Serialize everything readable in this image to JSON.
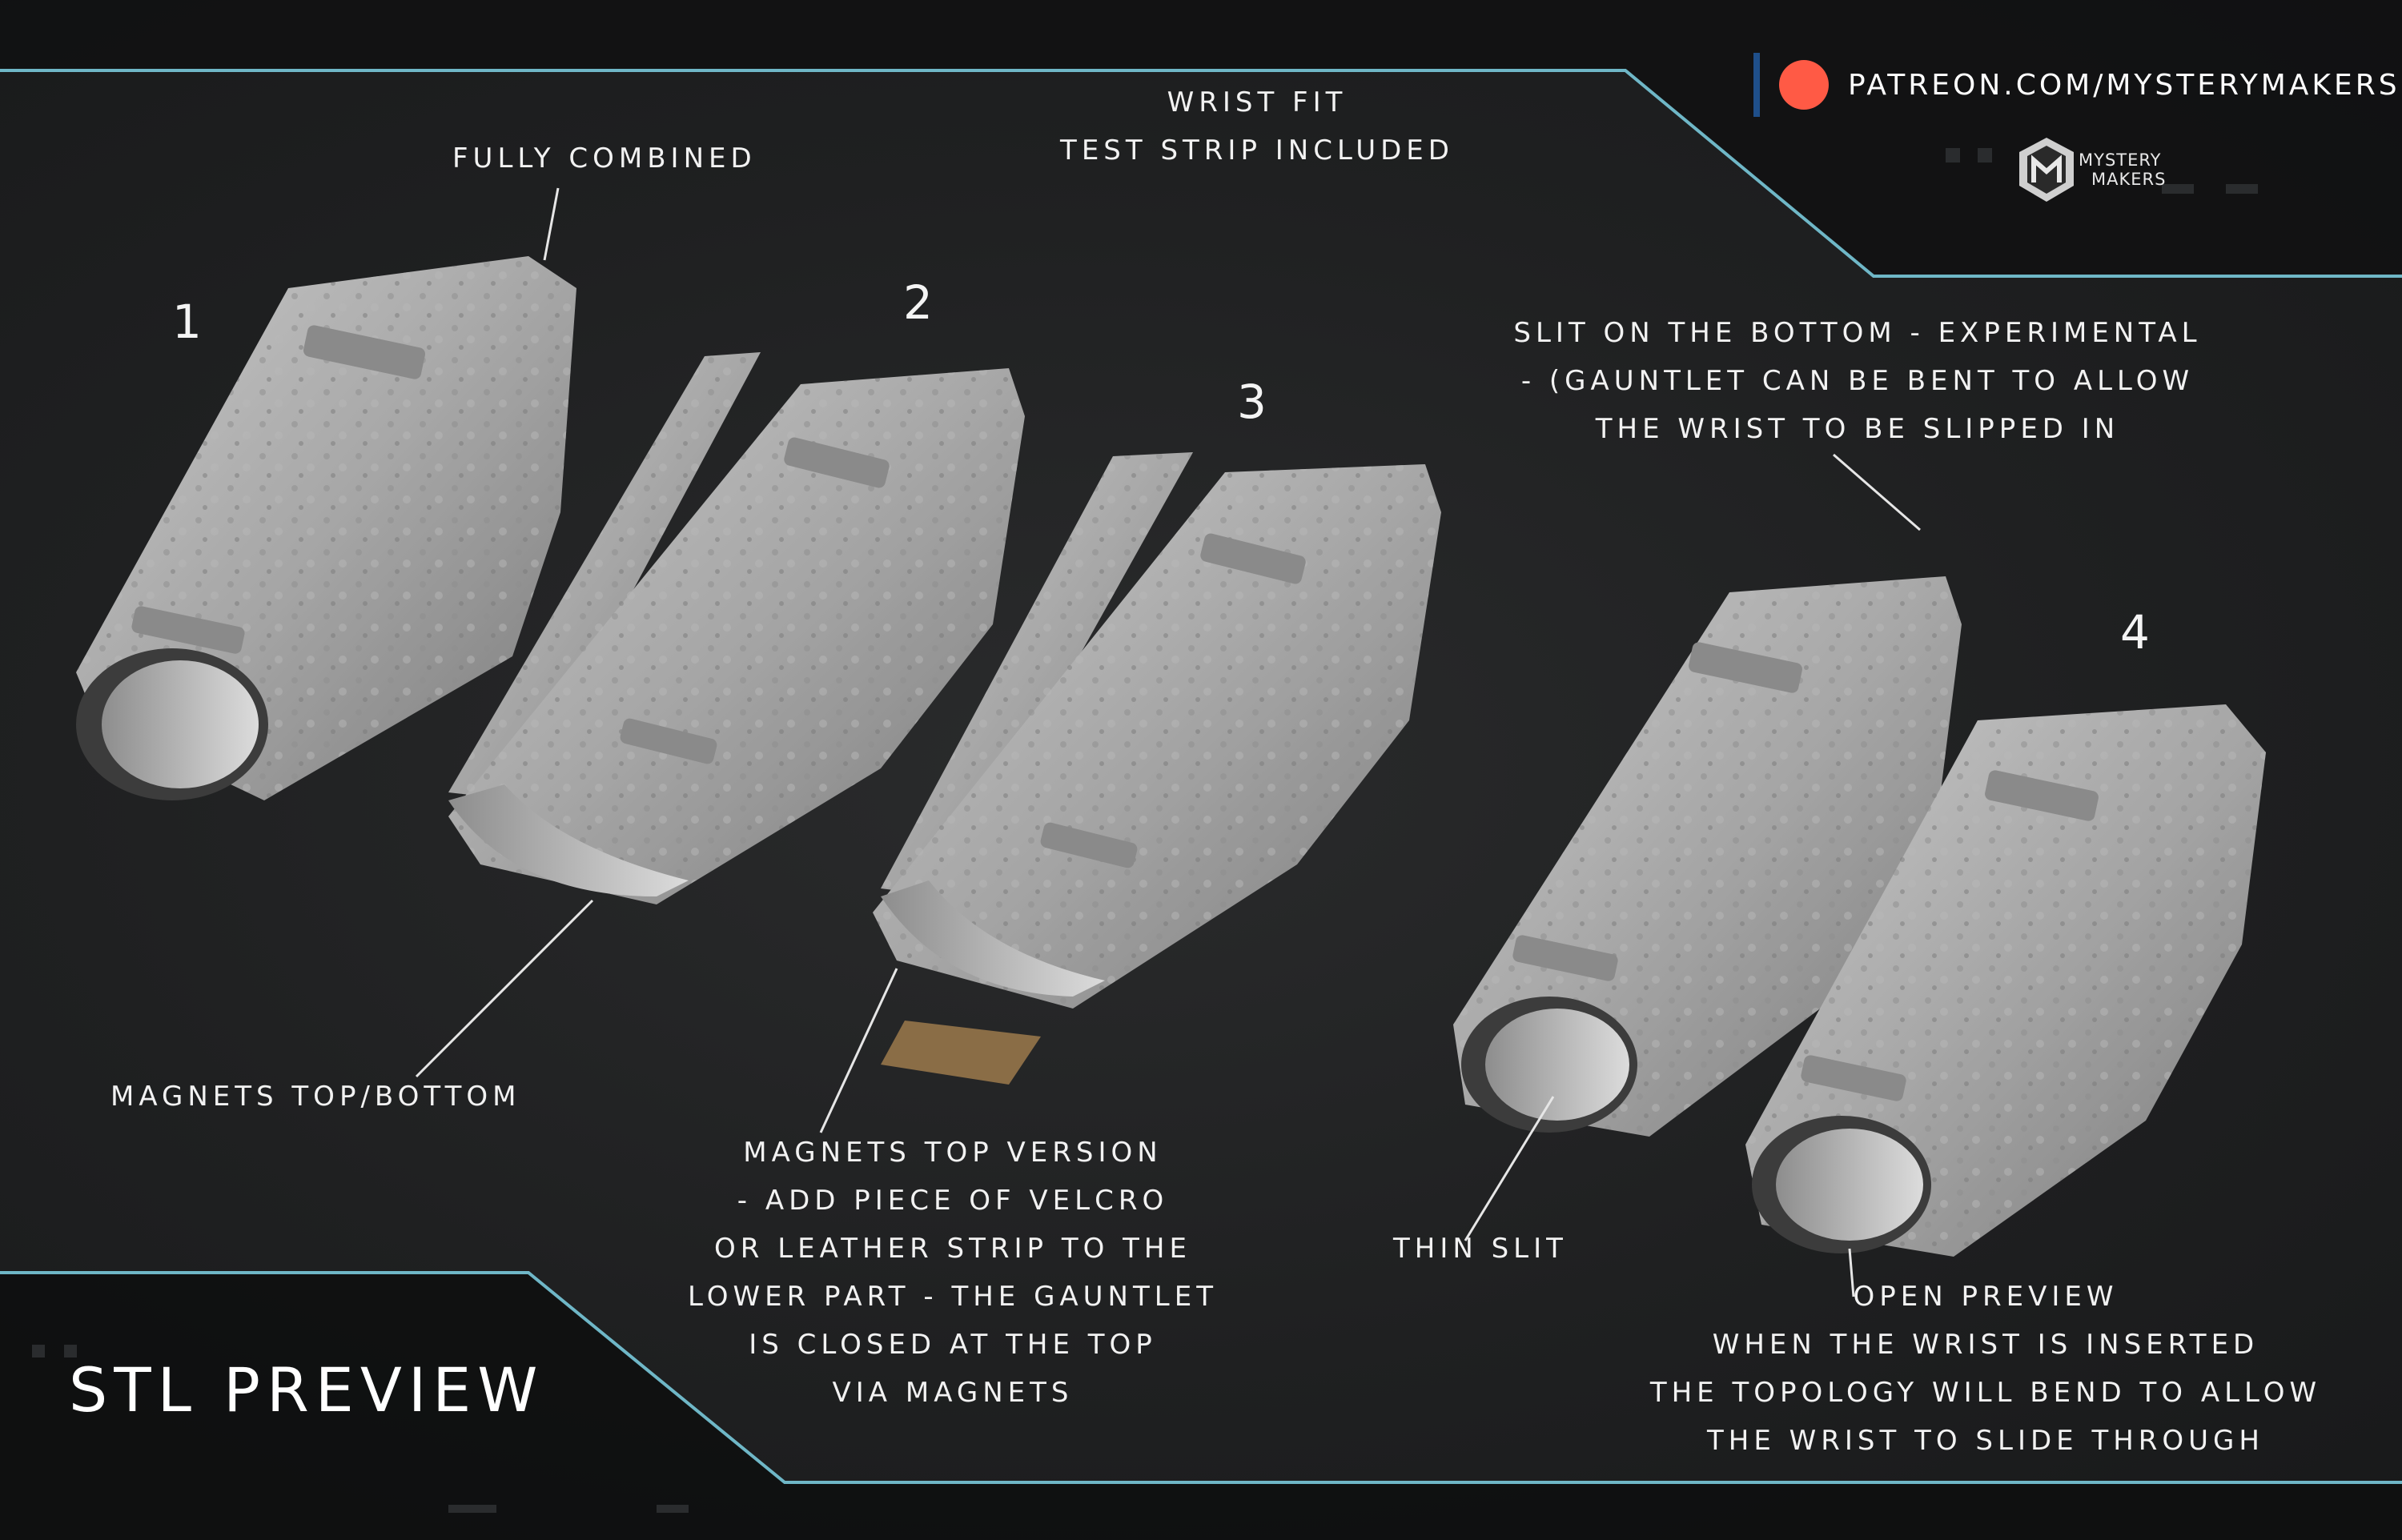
{
  "header": {
    "patreon_text": "PATREON.COM/MYSTERYMAKERS",
    "brand_line1": "MYSTERY",
    "brand_line2": "MAKERS"
  },
  "colors": {
    "accent_frame": "#7fd3e6",
    "patreon_dot": "#ff5a45",
    "model_gray": "#a9a9a9",
    "background": "#1f2021"
  },
  "icons": [
    "patreon-logo-icon",
    "mystery-makers-logo-icon"
  ],
  "numbers": {
    "n1": "1",
    "n2": "2",
    "n3": "3",
    "n4": "4"
  },
  "labels": {
    "fully_combined": "FULLY COMBINED",
    "wrist_fit": [
      "WRIST FIT",
      "TEST STRIP INCLUDED"
    ],
    "slit_bottom": [
      "SLIT ON THE BOTTOM - EXPERIMENTAL",
      "- (GAUNTLET CAN BE BENT TO ALLOW",
      "THE WRIST TO BE SLIPPED IN"
    ],
    "magnets_top_bottom": "MAGNETS TOP/BOTTOM",
    "magnets_top_version": [
      "MAGNETS TOP VERSION",
      "- ADD PIECE OF VELCRO",
      "OR LEATHER STRIP TO THE",
      "LOWER PART - THE GAUNTLET",
      "IS CLOSED AT THE TOP",
      "VIA MAGNETS"
    ],
    "thin_slit": "THIN SLIT",
    "open_preview": [
      "OPEN PREVIEW",
      "WHEN THE WRIST IS INSERTED",
      "THE TOPOLOGY WILL BEND TO ALLOW",
      "THE WRIST TO SLIDE THROUGH"
    ]
  },
  "footer": {
    "title": "STL PREVIEW"
  }
}
